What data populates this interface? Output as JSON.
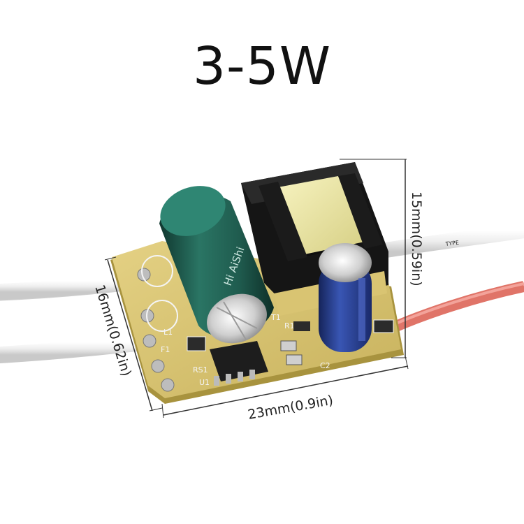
{
  "title": "3-5W",
  "dimensions": {
    "height": "15mm(0.59in)",
    "width": "16mm(0.62in)",
    "length": "23mm(0.9in)"
  },
  "board_labels": {
    "l1": "L1",
    "f1": "F1",
    "rs1": "RS1",
    "u1": "U1",
    "r1": "R1",
    "t1": "T1",
    "c2": "C2"
  },
  "capacitor_brand": "Hi AiShi",
  "wire_text": "TYPE",
  "colors": {
    "pcb": "#d9c472",
    "capacitor_green": "#1f5b4e",
    "capacitor_blue": "#27409a",
    "transformer_core": "#1a1a1a",
    "coil": "#ece7a0",
    "red_wire": "#e07468"
  }
}
